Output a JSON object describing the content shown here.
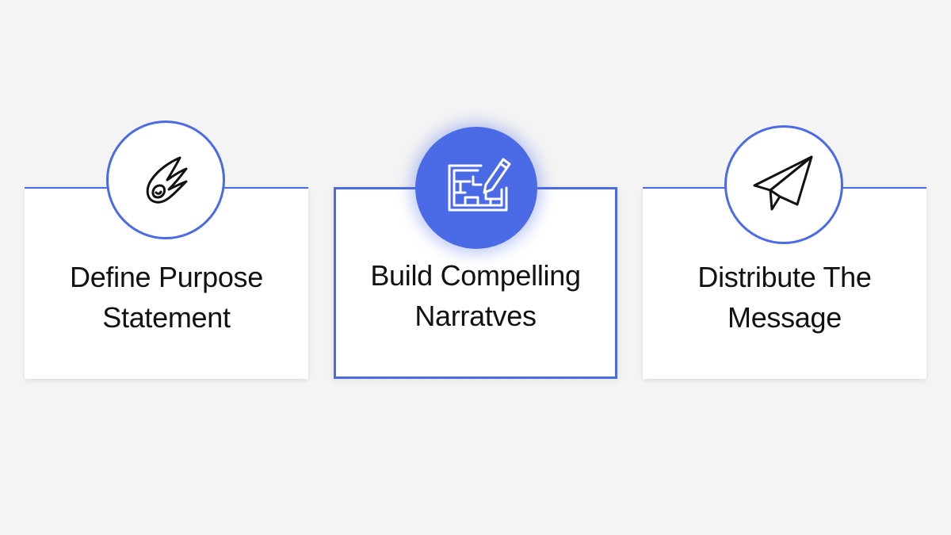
{
  "steps": [
    {
      "title_line1": "Define Purpose",
      "title_line2": "Statement",
      "icon": "comet-icon"
    },
    {
      "title_line1": "Build Compelling",
      "title_line2": "Narratves",
      "icon": "blueprint-pencil-icon"
    },
    {
      "title_line1": "Distribute The",
      "title_line2": "Message",
      "icon": "paper-plane-icon"
    }
  ],
  "colors": {
    "accent": "#4a6ae6",
    "background": "#f4f4f4",
    "card": "#ffffff",
    "text": "#111111"
  }
}
